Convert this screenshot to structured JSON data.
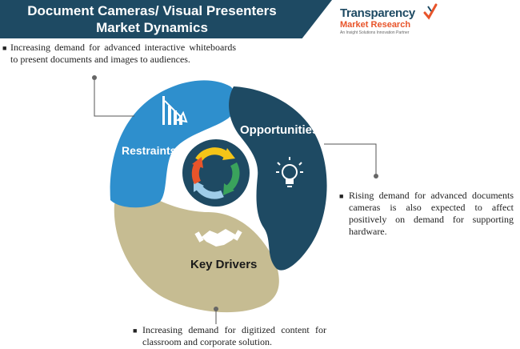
{
  "title": {
    "line1": "Document Cameras/ Visual Presenters",
    "line2": "Market Dynamics"
  },
  "logo": {
    "name": "Transparency",
    "sub": "Market Research",
    "tagline": "An Insight Solutions Innovation Partner"
  },
  "segments": {
    "restraints": "Restraints",
    "opportunities": "Opportunities",
    "key_drivers": "Key Drivers"
  },
  "bullets": {
    "restraints": "Increasing demand for advanced interactive whiteboards to present documents and images to audiences.",
    "opportunities": "Rising demand for advanced documents cameras is also expected to affect positively on demand for supporting hardware.",
    "key_drivers": "Increasing demand for digitized content for classroom and corporate solution."
  },
  "colors": {
    "title_bg": "#1e4a63",
    "restraints": "#2e8fcd",
    "opportunities": "#1e4a63",
    "key_drivers": "#c6bc92",
    "accent_orange": "#e8542a"
  },
  "icons": [
    "bar-chart-down-icon",
    "lightbulb-icon",
    "handshake-icon",
    "cycle-arrows-icon"
  ]
}
